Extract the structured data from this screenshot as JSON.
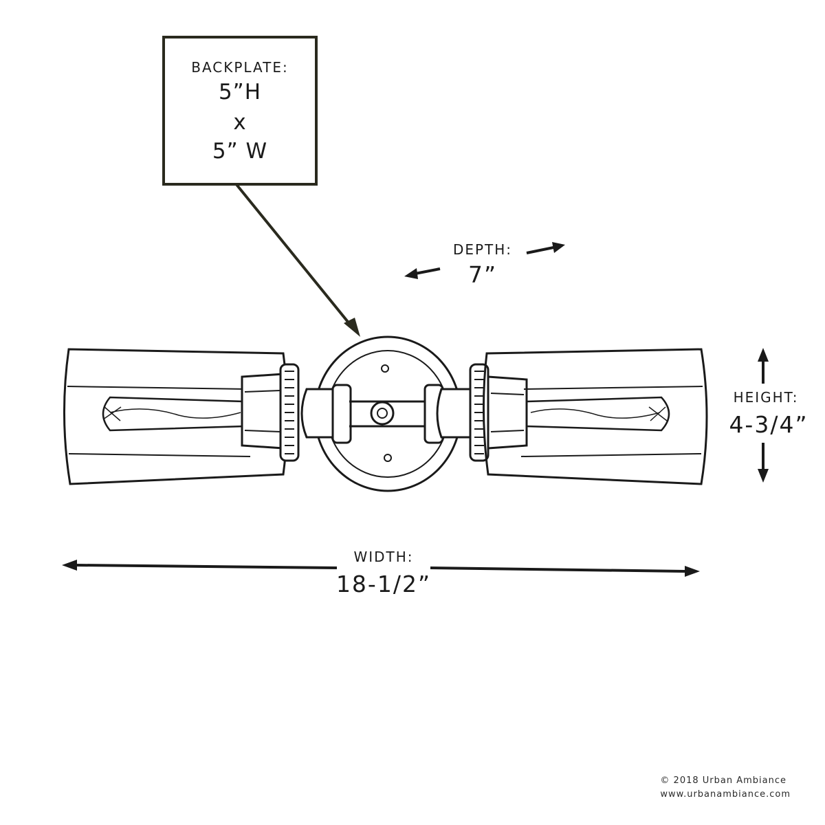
{
  "callout": {
    "title": "BACKPLATE:",
    "line1": "5”H",
    "line2": "x",
    "line3": "5” W"
  },
  "dimensions": {
    "depth_label": "DEPTH:",
    "depth_value": "7”",
    "height_label": "HEIGHT:",
    "height_value": "4-3/4”",
    "width_label": "WIDTH:",
    "width_value": "18-1/2”"
  },
  "footer": {
    "copyright": "© 2018 Urban Ambiance",
    "website": "www.urbanambiance.com"
  },
  "colors": {
    "line": "#1a1a1a",
    "callout_border": "#2a2a1e"
  }
}
